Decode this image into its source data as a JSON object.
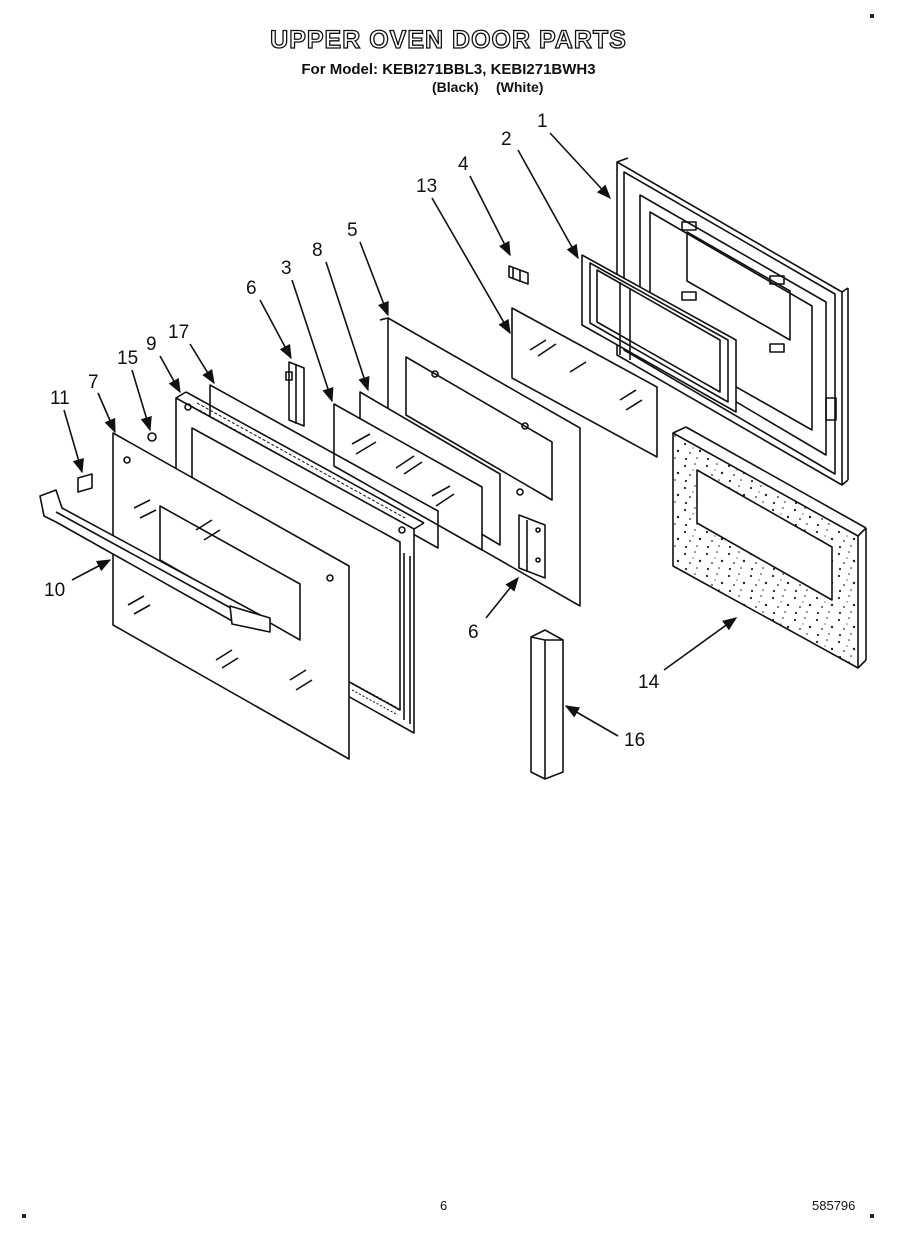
{
  "header": {
    "title": "UPPER OVEN DOOR PARTS",
    "model_line": "For Model: KEBI271BBL3, KEBI271BWH3",
    "variant_black": "(Black)",
    "variant_white": "(White)"
  },
  "callouts": [
    {
      "id": "c1",
      "label": "1"
    },
    {
      "id": "c2",
      "label": "2"
    },
    {
      "id": "c4",
      "label": "4"
    },
    {
      "id": "c13",
      "label": "13"
    },
    {
      "id": "c5",
      "label": "5"
    },
    {
      "id": "c8",
      "label": "8"
    },
    {
      "id": "c3",
      "label": "3"
    },
    {
      "id": "c6a",
      "label": "6"
    },
    {
      "id": "c17",
      "label": "17"
    },
    {
      "id": "c9",
      "label": "9"
    },
    {
      "id": "c15",
      "label": "15"
    },
    {
      "id": "c7",
      "label": "7"
    },
    {
      "id": "c11",
      "label": "11"
    },
    {
      "id": "c10",
      "label": "10"
    },
    {
      "id": "c6b",
      "label": "6"
    },
    {
      "id": "c14",
      "label": "14"
    },
    {
      "id": "c16",
      "label": "16"
    }
  ],
  "footer": {
    "page_number": "6",
    "document_number": "585796"
  }
}
